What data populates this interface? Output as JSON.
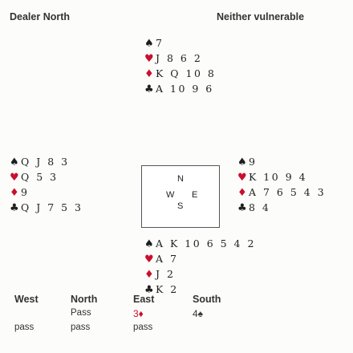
{
  "header": {
    "dealer": "Dealer North",
    "vulnerability": "Neither vulnerable"
  },
  "colors": {
    "black_suit": "#1d1d1d",
    "red_suit": "#c8102e"
  },
  "suit_symbols": {
    "spades": "♠",
    "hearts": "♥",
    "diamonds": "♦",
    "clubs": "♣"
  },
  "hands": {
    "north": {
      "spades": "7",
      "hearts": "J 8 6 2",
      "diamonds": "K Q 10 8",
      "clubs": "A 10 9 6"
    },
    "west": {
      "spades": "Q J 8 3",
      "hearts": "Q 5 3",
      "diamonds": "9",
      "clubs": "Q J 7 5 3"
    },
    "east": {
      "spades": "9",
      "hearts": "K 10 9 4",
      "diamonds": "A 7 6 5 4 3",
      "clubs": "8 4"
    },
    "south": {
      "spades": "A K 10 6 5 4 2",
      "hearts": "A 7",
      "diamonds": "J 2",
      "clubs": "K 2"
    }
  },
  "compass": {
    "n": "N",
    "w": "W",
    "e": "E",
    "s": "S"
  },
  "auction": {
    "headers": [
      "West",
      "North",
      "East",
      "South"
    ],
    "rows": [
      [
        "",
        "Pass",
        "3♦",
        "4♠"
      ],
      [
        "pass",
        "pass",
        "pass",
        ""
      ]
    ]
  }
}
